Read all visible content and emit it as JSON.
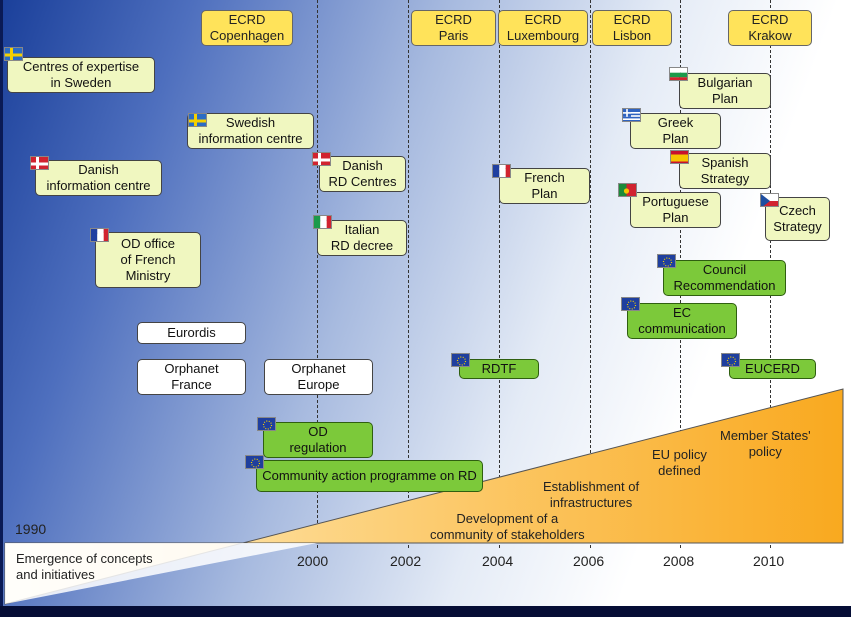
{
  "colors": {
    "ecrd": "#ffe35a",
    "country_plan": "#f0f7c0",
    "eu_action": "#7cc93a",
    "wedge": "#f9a91f"
  },
  "ecrd_conferences": [
    {
      "label": "ECRD\nCopenhagen"
    },
    {
      "label": "ECRD\nParis"
    },
    {
      "label": "ECRD\nLuxembourg"
    },
    {
      "label": "ECRD\nLisbon"
    },
    {
      "label": "ECRD\nKrakow"
    }
  ],
  "national": {
    "sweden_expertise": "Centres of expertise\nin Sweden",
    "swedish_info": "Swedish\ninformation centre",
    "danish_info": "Danish\ninformation centre",
    "french_od": "OD office\nof French\nMinistry",
    "danish_rd": "Danish\nRD Centres",
    "italian_rd": "Italian\nRD decree",
    "french_plan": "French\nPlan",
    "bulgarian_plan": "Bulgarian\nPlan",
    "greek_plan": "Greek\nPlan",
    "spanish_strategy": "Spanish\nStrategy",
    "portuguese_plan": "Portuguese\nPlan",
    "czech_strategy": "Czech\nStrategy"
  },
  "eu_actions": {
    "council_rec": "Council\nRecommendation",
    "ec_comm": "EC\ncommunication",
    "rdtf": "RDTF",
    "eucerd": "EUCERD",
    "od_regulation": "OD\nregulation",
    "community_programme": "Community action programme on RD"
  },
  "organisations": {
    "eurordis": "Eurordis",
    "orphanet_france": "Orphanet\nFrance",
    "orphanet_europe": "Orphanet\nEurope"
  },
  "phases": {
    "emergence": "Emergence of concepts\nand initiatives",
    "development": "Development of a\ncommunity of stakeholders",
    "infrastructures": "Establishment of\ninfrastructures",
    "eu_policy": "EU policy\ndefined",
    "member_states": "Member States'\npolicy"
  },
  "years": {
    "start": "1990",
    "y2000": "2000",
    "y2002": "2002",
    "y2004": "2004",
    "y2006": "2006",
    "y2008": "2008",
    "y2010": "2010"
  }
}
